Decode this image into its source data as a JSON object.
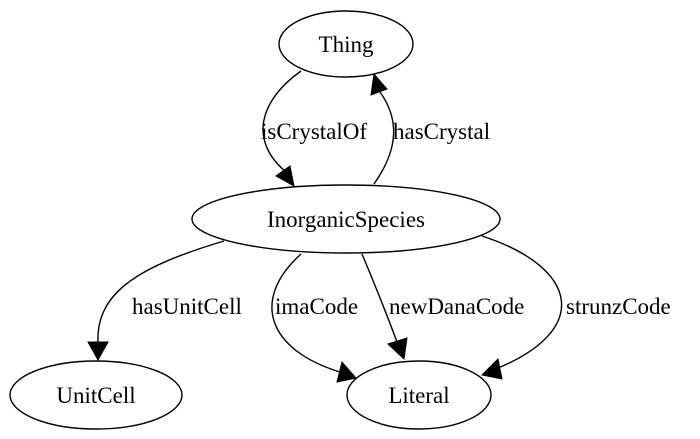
{
  "nodes": {
    "thing": "Thing",
    "inorganic_species": "InorganicSpecies",
    "unit_cell": "UnitCell",
    "literal": "Literal"
  },
  "edges": {
    "is_crystal_of": "isCrystalOf",
    "has_crystal": "hasCrystal",
    "has_unit_cell": "hasUnitCell",
    "ima_code": "imaCode",
    "new_dana_code": "newDanaCode",
    "strunz_code": "strunzCode"
  },
  "colors": {
    "stroke": "#000000",
    "fill": "#ffffff",
    "background": "#ffffff"
  }
}
